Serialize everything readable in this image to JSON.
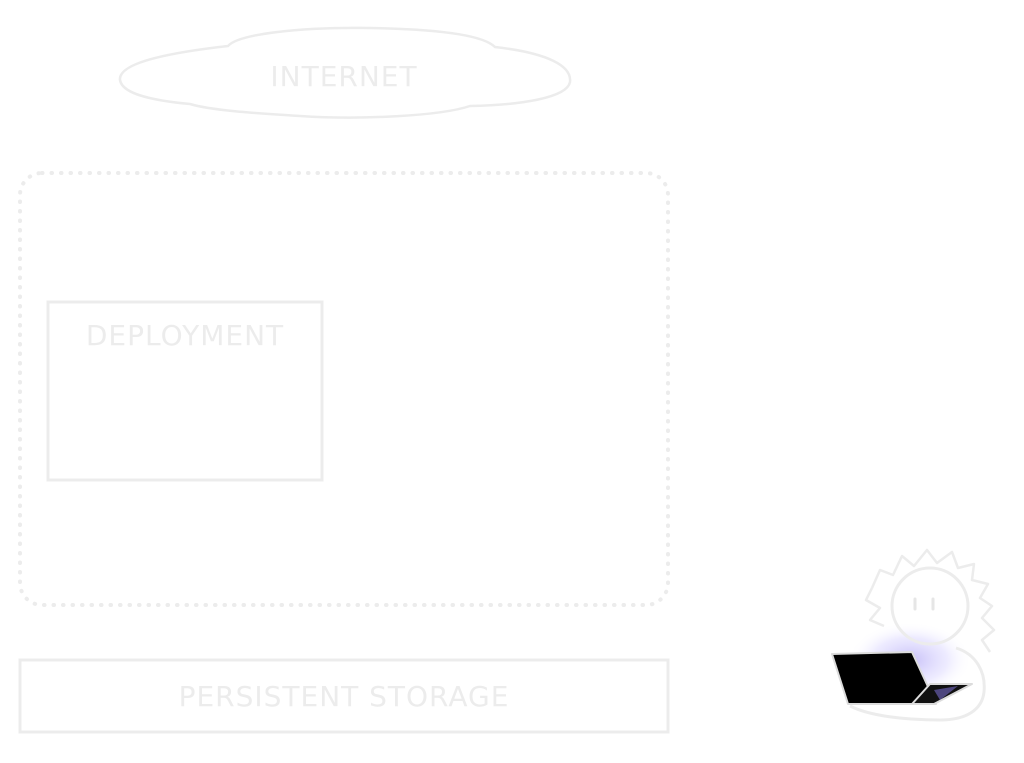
{
  "diagram": {
    "internet": {
      "label": "INTERNET"
    },
    "cluster": {
      "label": ""
    },
    "deployment": {
      "label": "DEPLOYMENT"
    },
    "storage": {
      "label": "PERSISTENT STORAGE"
    },
    "user": {
      "icon": "user-with-laptop-icon"
    }
  },
  "colors": {
    "faded_stroke": "#ececec",
    "laptop": "#000000",
    "glow": "#9a8cf0"
  }
}
